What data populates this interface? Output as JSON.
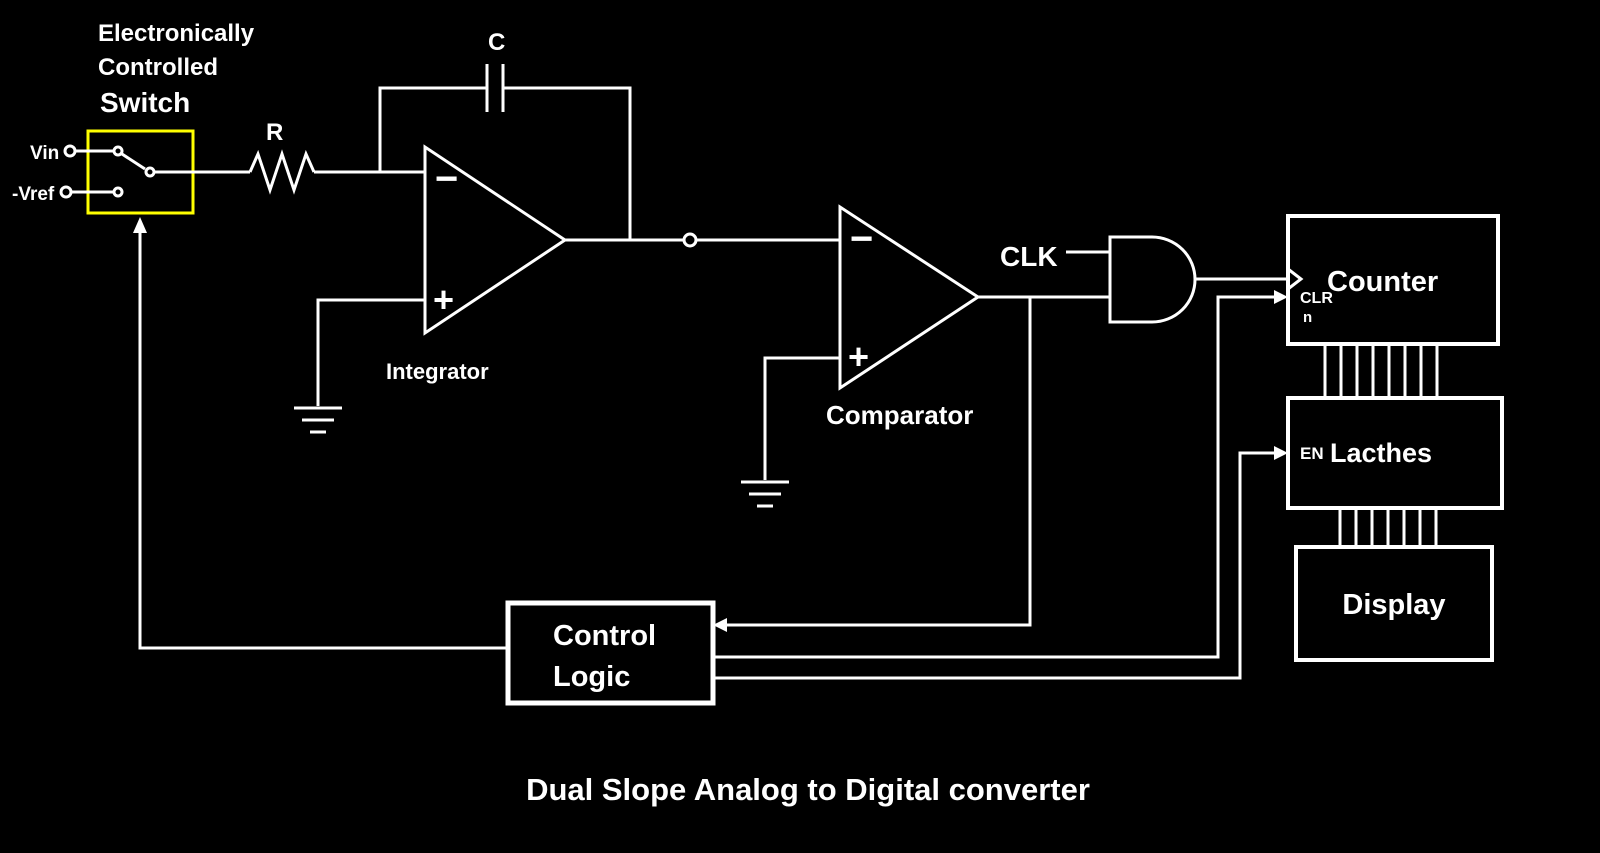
{
  "diagram": {
    "title": "Dual Slope Analog to Digital converter",
    "colors": {
      "background": "#000000",
      "line": "#ffffff",
      "switch_highlight": "#ffff00"
    },
    "switch": {
      "label_line1": "Electronically",
      "label_line2": "Controlled",
      "label_line3": "Switch",
      "input_top": "Vin",
      "input_bottom": "-Vref"
    },
    "resistor": {
      "label": "R"
    },
    "capacitor": {
      "label": "C"
    },
    "integrator": {
      "label": "Integrator",
      "minus": "−",
      "plus": "+"
    },
    "comparator": {
      "label": "Comparator",
      "minus": "−",
      "plus": "+"
    },
    "clock": {
      "label": "CLK"
    },
    "counter": {
      "label": "Counter",
      "clr": "CLR",
      "n": "n"
    },
    "latches": {
      "en": "EN",
      "label": "Lacthes"
    },
    "display": {
      "label": "Display"
    },
    "control_logic": {
      "line1": "Control",
      "line2": "Logic"
    }
  }
}
